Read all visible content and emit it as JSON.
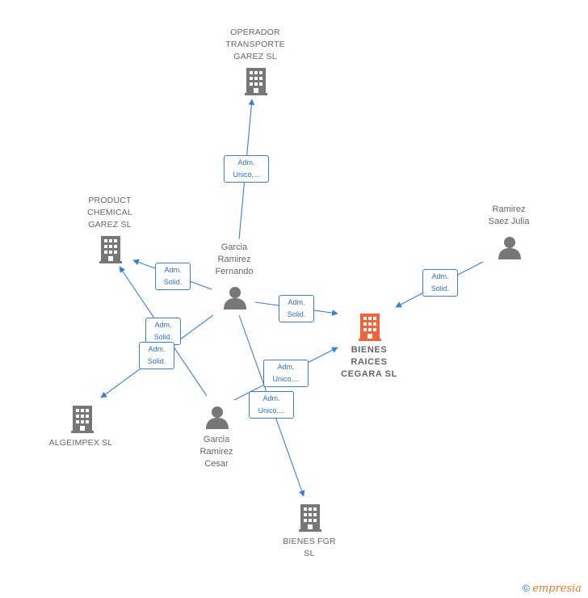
{
  "nodes": {
    "operador": {
      "label": "OPERADOR\nTRANSPORTE\nGAREZ  SL"
    },
    "product": {
      "label": "PRODUCT\nCHEMICAL\nGAREZ  SL"
    },
    "fernando": {
      "label": "Garcia\nRamirez\nFernando"
    },
    "julia": {
      "label": "Ramirez\nSaez Julia"
    },
    "bienes_raices": {
      "label": "BIENES\nRAICES\nCEGARA  SL"
    },
    "algeimpex": {
      "label": "ALGEIMPEX SL"
    },
    "cesar": {
      "label": "Garcia\nRamirez\nCesar"
    },
    "bienes_fgr": {
      "label": "BIENES FGR\nSL"
    }
  },
  "edges": {
    "e1": {
      "label": "Adm.\nUnico,..."
    },
    "e2": {
      "label": "Adm.\nSolid."
    },
    "e3": {
      "label": "Adm.\nSolid."
    },
    "e4": {
      "label": "Adm.\nSolid."
    },
    "e5": {
      "label": "Adm.\nSolid."
    },
    "e6": {
      "label": "Adm.\nSolid."
    },
    "e7": {
      "label": "Adm.\nUnico,..."
    },
    "e8": {
      "label": "Adm.\nUnico,..."
    }
  },
  "footer": {
    "copyright": "©",
    "brand": "empresia"
  },
  "colors": {
    "edge": "#3a7fd5",
    "node": "#777777",
    "focus": "#f0643a"
  }
}
